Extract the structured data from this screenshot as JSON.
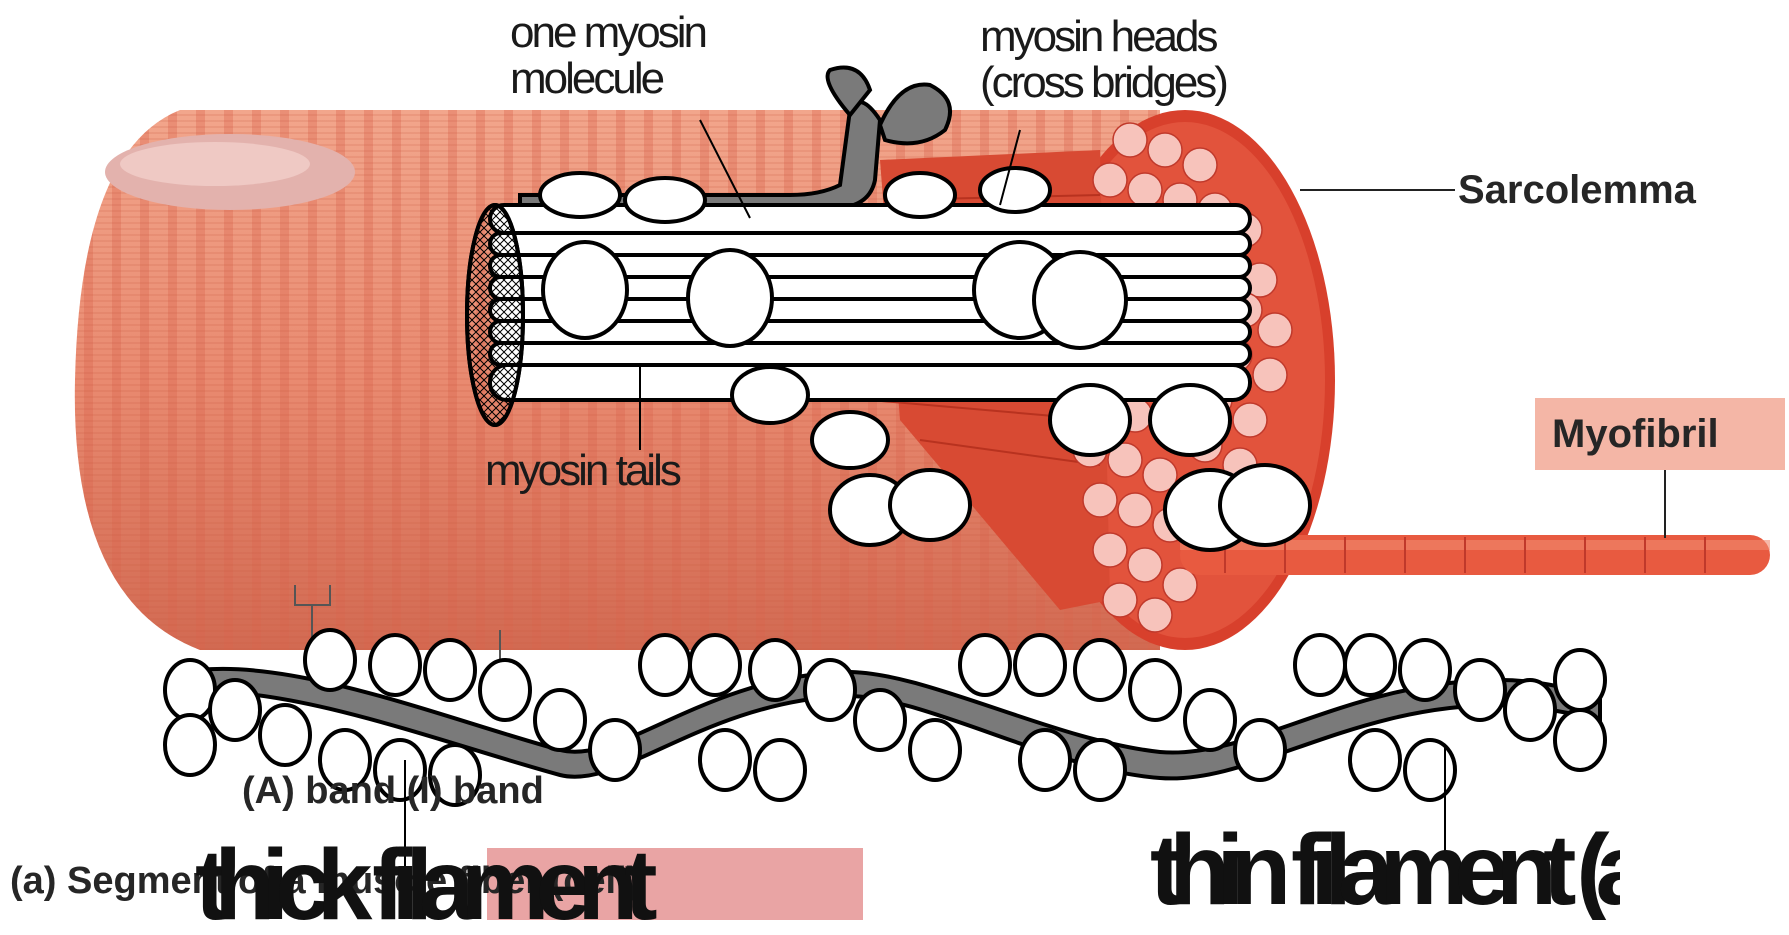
{
  "labels": {
    "one_myosin_line1": "one myosin",
    "one_myosin_line2": "molecule",
    "myosin_heads_line1": "myosin heads",
    "myosin_heads_line2": "(cross bridges)",
    "myosin_tails": "myosin tails",
    "sarcolemma": "Sarcolemma",
    "myofibril": "Myofibril",
    "bands": "(A) band  (I) band",
    "caption": "(a) Segment of a muscle fiber (cell)",
    "thick_label": "thick filament",
    "thin_label": "thin filament (actin)"
  },
  "colors": {
    "muscle_red": "#d9503a",
    "muscle_light": "#ee9a80",
    "myosin_gray": "#7a7a7a",
    "myofibril_box": "#f4b6a6",
    "caption_box": "#e9a4a4"
  },
  "icons": [
    "muscle-fiber-cylinder",
    "myosin-molecule-drawing",
    "actin-helix-drawing",
    "myofibril-rod"
  ]
}
